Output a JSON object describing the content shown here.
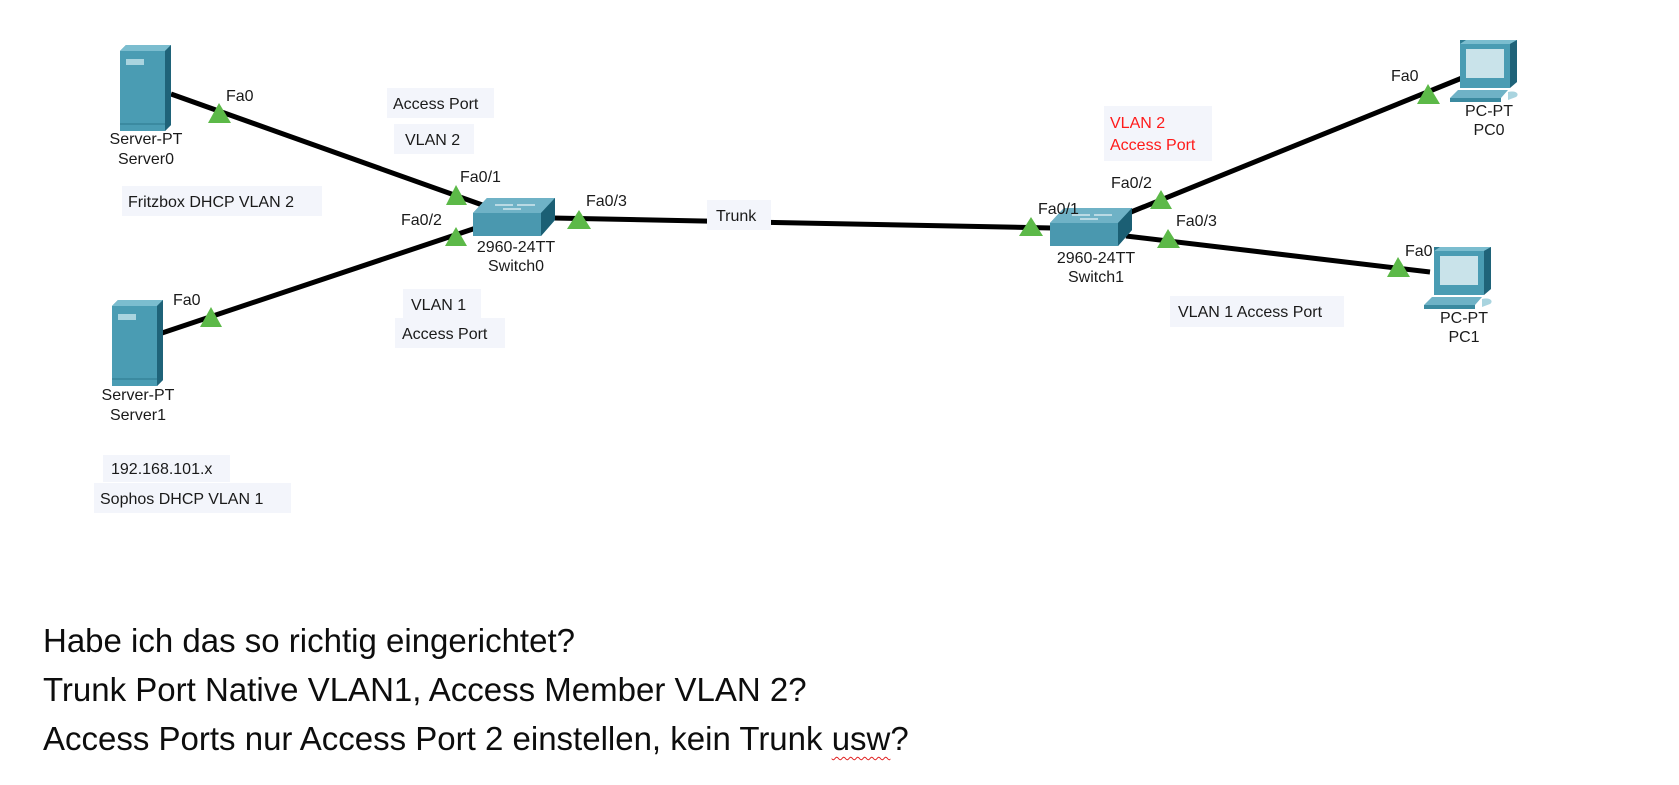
{
  "diagram": {
    "devices": [
      {
        "id": "server0",
        "model": "Server-PT",
        "name": "Server0",
        "type": "server"
      },
      {
        "id": "server1",
        "model": "Server-PT",
        "name": "Server1",
        "type": "server"
      },
      {
        "id": "switch0",
        "model": "2960-24TT",
        "name": "Switch0",
        "type": "switch"
      },
      {
        "id": "switch1",
        "model": "2960-24TT",
        "name": "Switch1",
        "type": "switch"
      },
      {
        "id": "pc0",
        "model": "PC-PT",
        "name": "PC0",
        "type": "pc"
      },
      {
        "id": "pc1",
        "model": "PC-PT",
        "name": "PC1",
        "type": "pc"
      }
    ],
    "ports": {
      "server0_fa0": "Fa0",
      "server1_fa0": "Fa0",
      "switch0_fa01": "Fa0/1",
      "switch0_fa02": "Fa0/2",
      "switch0_fa03": "Fa0/3",
      "switch1_fa01": "Fa0/1",
      "switch1_fa02": "Fa0/2",
      "switch1_fa03": "Fa0/3",
      "pc0_fa0": "Fa0",
      "pc1_fa0": "Fa0"
    },
    "links": [
      {
        "from": "Server0 Fa0",
        "to": "Switch0 Fa0/1"
      },
      {
        "from": "Server1 Fa0",
        "to": "Switch0 Fa0/2"
      },
      {
        "from": "Switch0 Fa0/3",
        "to": "Switch1 Fa0/1",
        "label": "Trunk"
      },
      {
        "from": "Switch1 Fa0/2",
        "to": "PC0 Fa0"
      },
      {
        "from": "Switch1 Fa0/3",
        "to": "PC1 Fa0"
      }
    ],
    "notes": {
      "fritzbox": "Fritzbox DHCP VLAN 2",
      "sw0_top_access": "Access Port",
      "sw0_top_vlan": "VLAN 2",
      "sw0_bottom_vlan": "VLAN 1",
      "sw0_bottom_access": "Access Port",
      "trunk": "Trunk",
      "ip_range": "192.168.101.x",
      "sophos": "Sophos DHCP VLAN 1",
      "sw1_red_vlan": "VLAN 2",
      "sw1_red_access": "Access Port",
      "sw1_vlan1_access": "VLAN 1 Access Port"
    },
    "colors": {
      "link": "#000000",
      "port_up": "#5cb948",
      "device": "#3f8fa6",
      "note_bg": "#f3f5fb",
      "note_red": "#ff1a1a"
    }
  },
  "questions": {
    "line1": "Habe ich das so richtig eingerichtet?",
    "line2": "Trunk Port Native VLAN1, Access Member VLAN 2?",
    "line3_prefix": "Access Ports nur Access Port 2 einstellen, kein Trunk ",
    "line3_misspelled": "usw",
    "line3_suffix": "?"
  }
}
